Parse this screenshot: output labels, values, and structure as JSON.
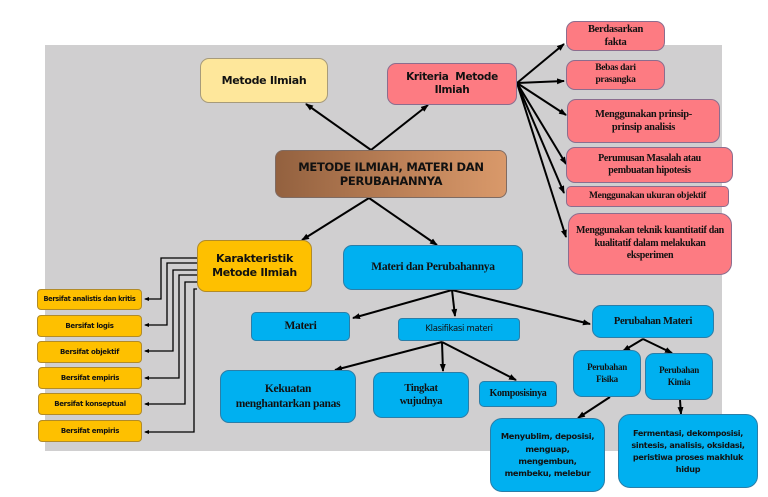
{
  "diagram": {
    "title": "METODE ILMIAH, MATERI DAN PERUBAHANNYA",
    "colors": {
      "background_panel": "#d0cfd0",
      "metode_ilmiah": "#fee79b",
      "kriteria": "#fd7b82",
      "center": "#b07850",
      "karakteristik": "#fec000",
      "materi": "#00b0f0"
    },
    "nodes": {
      "center": "METODE ILMIAH, MATERI DAN PERUBAHANNYA",
      "metode_ilmiah": "Metode Ilmiah",
      "kriteria": "Kriteria  Metode Ilmiah",
      "karakteristik": "Karakteristik Metode Ilmiah",
      "materi_dan_perubahannya": "Materi dan Perubahannya",
      "materi": "Materi",
      "klasifikasi_materi": "Klasifikasi materi",
      "perubahan_materi": "Perubahan Materi",
      "kekuatan": "Kekuatan menghantarkan panas",
      "tingkat_wujud": "Tingkat wujudnya",
      "komposisi": "Komposisinya",
      "perubahan_fisika": "Perubahan Fisika",
      "perubahan_kimia": "Perubahan Kimia",
      "contoh_fisika": "Menyublim, deposisi, menguap, mengembun, membeku, melebur",
      "contoh_kimia": "Fermentasi, dekomposisi, sintesis, analisis, oksidasi, peristiwa proses makhluk hidup"
    },
    "kriteria_items": [
      "Berdasarkan fakta",
      "Bebas dari prasangka",
      "Menggunakan prinsip-prinsip analisis",
      "Perumusan Masalah atau pembuatan hipotesis",
      "Menggunakan ukuran objektif",
      "Menggunakan teknik kuantitatif dan kualitatif dalam melakukan eksperimen"
    ],
    "karakteristik_items": [
      "Bersifat analistis dan kritis",
      "Bersifat logis",
      "Bersifat objektif",
      "Bersifat empiris",
      "Bersifat konseptual",
      "Bersifat empiris"
    ]
  }
}
